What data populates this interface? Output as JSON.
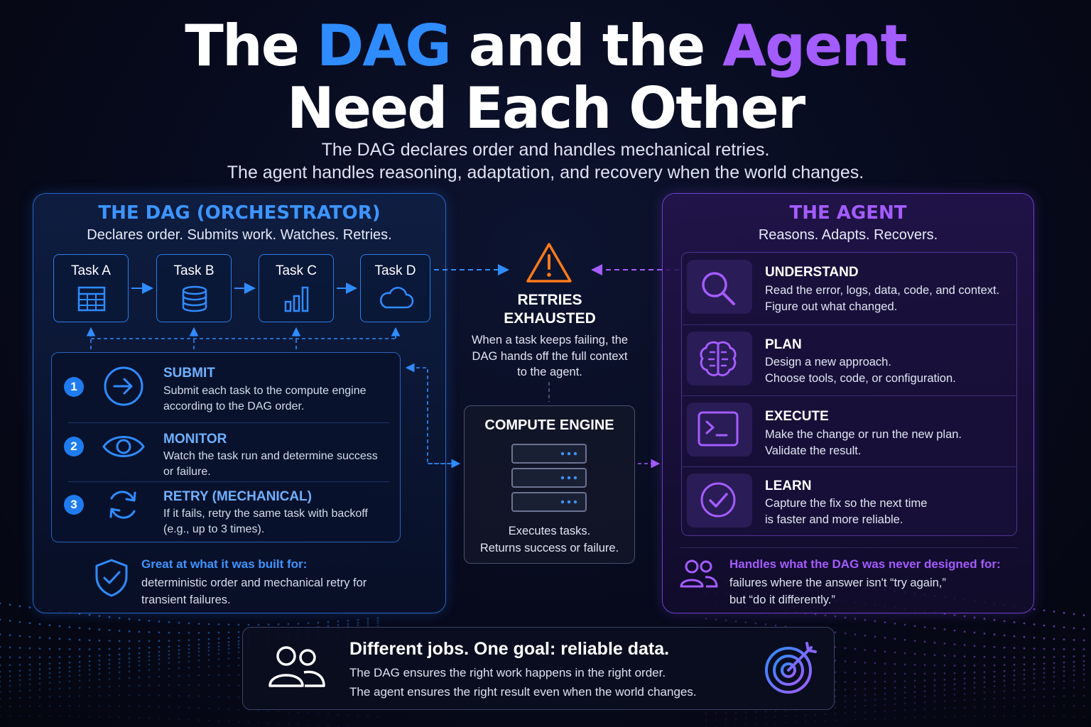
{
  "title": {
    "line1_a": "The ",
    "line1_b": "DAG",
    "line1_c": " and the ",
    "line1_d": "Agent",
    "line2": "Need Each Other"
  },
  "subtitle": {
    "line1": "The DAG declares order and handles mechanical retries.",
    "line2": "The agent handles reasoning, adaptation, and recovery when the world changes."
  },
  "colors": {
    "dag_accent": "#2f8cff",
    "agent_accent": "#a45cff",
    "warning": "#ff7a1a"
  },
  "dag_panel": {
    "title": "THE DAG (ORCHESTRATOR)",
    "subtitle": "Declares order. Submits work. Watches. Retries.",
    "tasks": [
      {
        "label": "Task A",
        "icon": "table-icon"
      },
      {
        "label": "Task B",
        "icon": "database-icon"
      },
      {
        "label": "Task C",
        "icon": "bar-chart-icon"
      },
      {
        "label": "Task D",
        "icon": "cloud-icon"
      }
    ],
    "steps": [
      {
        "num": "1",
        "title": "SUBMIT",
        "desc": "Submit each task to the compute engine according to the DAG order.",
        "icon": "arrow-right-circle-icon"
      },
      {
        "num": "2",
        "title": "MONITOR",
        "desc": "Watch the task run and determine success or failure.",
        "icon": "eye-icon"
      },
      {
        "num": "3",
        "title": "RETRY (MECHANICAL)",
        "desc": "If it fails, retry the same task with backoff (e.g., up to 3 times).",
        "icon": "refresh-icon"
      }
    ],
    "great_title": "Great at what it was built for:",
    "great_desc": "deterministic order and mechanical retry for transient failures."
  },
  "center": {
    "retries_title_1": "RETRIES",
    "retries_title_2": "EXHAUSTED",
    "retries_desc": "When a task keeps failing, the DAG hands off the full context to the agent.",
    "engine_title": "COMPUTE ENGINE",
    "engine_desc_1": "Executes tasks.",
    "engine_desc_2": "Returns success or failure."
  },
  "agent_panel": {
    "title": "THE AGENT",
    "subtitle": "Reasons. Adapts. Recovers.",
    "items": [
      {
        "title": "UNDERSTAND",
        "desc1": "Read the error, logs, data, code, and context.",
        "desc2": "Figure out what changed.",
        "icon": "search-icon"
      },
      {
        "title": "PLAN",
        "desc1": "Design a new approach.",
        "desc2": "Choose tools, code, or configuration.",
        "icon": "brain-icon"
      },
      {
        "title": "EXECUTE",
        "desc1": "Make the change or run the new plan.",
        "desc2": "Validate the result.",
        "icon": "terminal-icon"
      },
      {
        "title": "LEARN",
        "desc1": "Capture the fix so the next time",
        "desc2": "is faster and more reliable.",
        "icon": "check-circle-icon"
      }
    ],
    "handles_title": "Handles what the DAG was never designed for:",
    "handles_desc_1": "failures where the answer isn't “try again,”",
    "handles_desc_2": "but “do it differently.”"
  },
  "banner": {
    "title": "Different jobs. One goal: reliable data.",
    "line1": "The DAG ensures the right work happens in the right order.",
    "line2": "The agent ensures the right result even when the world changes."
  }
}
